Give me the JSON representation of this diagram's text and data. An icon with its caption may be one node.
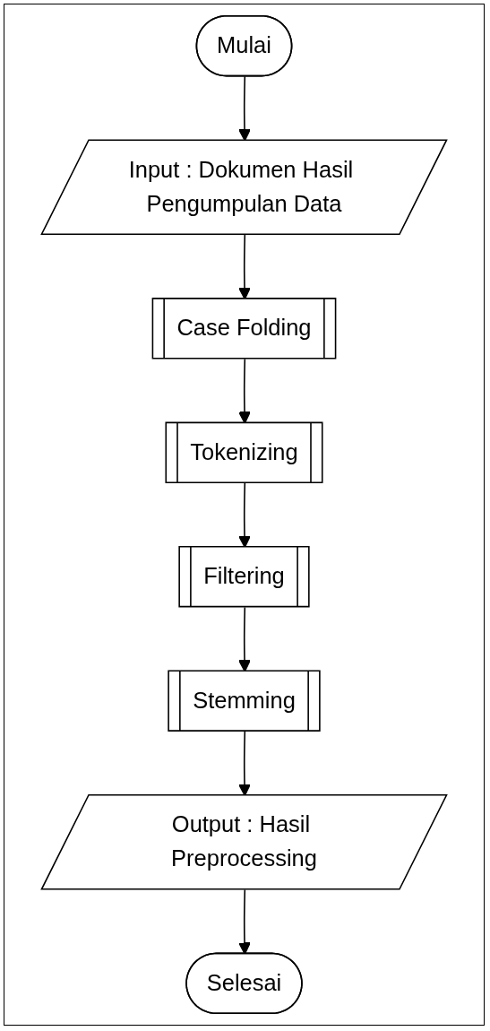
{
  "diagram": {
    "nodes": [
      {
        "text": [
          "Mulai"
        ]
      },
      {
        "text": [
          "Input : Dokumen Hasil Pengumpulan Data"
        ]
      },
      {
        "text": [
          "Case Folding"
        ]
      },
      {
        "text": [
          "Tokenizing"
        ]
      },
      {
        "text": [
          "Filtering"
        ]
      },
      {
        "text": [
          "Stemming"
        ]
      },
      {
        "text": [
          "Output : Hasil Preprocessing"
        ]
      },
      {
        "text": [
          "Selesai"
        ]
      }
    ],
    "edges": [
      {
        "from": 0,
        "to": 1,
        "arrow": "to"
      },
      {
        "from": 1,
        "to": 2,
        "arrow": "to"
      },
      {
        "from": 2,
        "to": 3,
        "arrow": "to"
      },
      {
        "from": 3,
        "to": 4,
        "arrow": "to"
      },
      {
        "from": 4,
        "to": 5,
        "arrow": "to"
      },
      {
        "from": 5,
        "to": 6,
        "arrow": "to"
      },
      {
        "from": 6,
        "to": 7,
        "arrow": "to"
      }
    ]
  }
}
